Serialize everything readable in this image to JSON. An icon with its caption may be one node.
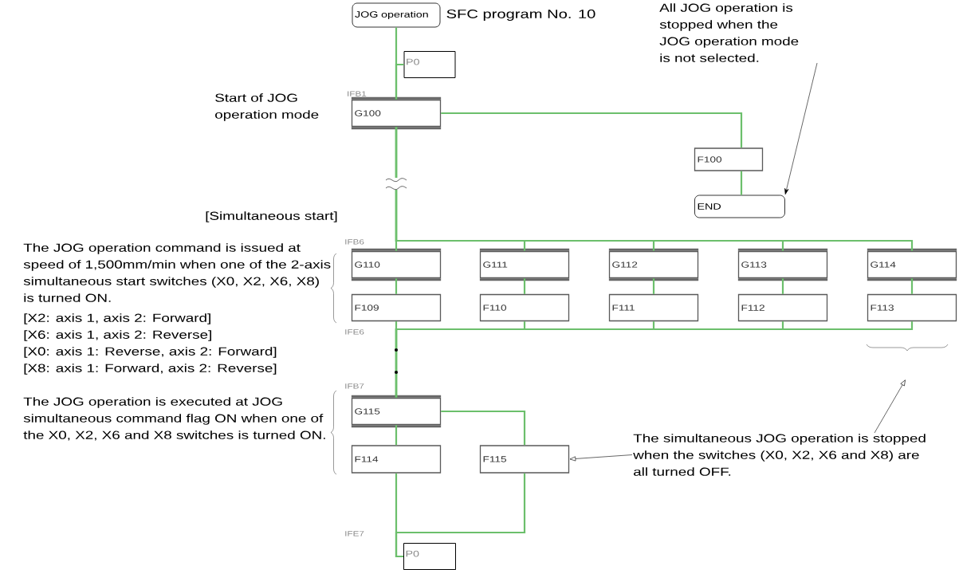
{
  "diagram": {
    "nodes": [
      {
        "text": [
          "JOG operation"
        ],
        "beside": [
          "SFC program No. 10"
        ]
      },
      {
        "text": [
          "P0"
        ]
      },
      {
        "text": [
          "G100"
        ],
        "beside": [
          "IFB1"
        ]
      },
      {
        "text": [
          "F100"
        ]
      },
      {
        "text": [
          "END"
        ]
      },
      {
        "text": [
          "G110"
        ]
      },
      {
        "text": [
          "G111"
        ]
      },
      {
        "text": [
          "G112"
        ]
      },
      {
        "text": [
          "G113"
        ]
      },
      {
        "text": [
          "G114"
        ]
      },
      {
        "text": [
          "F109"
        ]
      },
      {
        "text": [
          "F110"
        ]
      },
      {
        "text": [
          "F111"
        ]
      },
      {
        "text": [
          "F112"
        ]
      },
      {
        "text": [
          "F113"
        ]
      },
      {
        "text": [
          "G115"
        ]
      },
      {
        "text": [
          "F114"
        ]
      },
      {
        "text": [
          "F115"
        ]
      },
      {
        "text": [
          "P0"
        ]
      },
      {
        "text": [
          "All JOG operation is stopped when the JOG operation mode is not selected."
        ]
      },
      {
        "text": [
          "The simultaneous JOG operation is stopped when the switches (X0, X2, X6 and X8) are all turned OFF."
        ]
      }
    ],
    "edges": [
      {
        "from": 0,
        "to": 2,
        "arrow": "none"
      },
      {
        "from": 1,
        "to": 2,
        "arrow": "none"
      },
      {
        "from": 2,
        "to": 3,
        "arrow": "none"
      },
      {
        "from": 3,
        "to": 4,
        "arrow": "none"
      },
      {
        "from": 2,
        "to": 5,
        "arrow": "none"
      },
      {
        "from": 2,
        "to": 6,
        "arrow": "none"
      },
      {
        "from": 2,
        "to": 7,
        "arrow": "none"
      },
      {
        "from": 2,
        "to": 8,
        "arrow": "none"
      },
      {
        "from": 2,
        "to": 9,
        "arrow": "none"
      },
      {
        "from": 5,
        "to": 10,
        "arrow": "none"
      },
      {
        "from": 6,
        "to": 11,
        "arrow": "none"
      },
      {
        "from": 7,
        "to": 12,
        "arrow": "none"
      },
      {
        "from": 8,
        "to": 13,
        "arrow": "none"
      },
      {
        "from": 9,
        "to": 14,
        "arrow": "none"
      },
      {
        "from": 10,
        "to": 15,
        "arrow": "none"
      },
      {
        "from": 11,
        "to": 15,
        "arrow": "none"
      },
      {
        "from": 12,
        "to": 15,
        "arrow": "none"
      },
      {
        "from": 13,
        "to": 15,
        "arrow": "none"
      },
      {
        "from": 14,
        "to": 15,
        "arrow": "none"
      },
      {
        "from": 15,
        "to": 16,
        "arrow": "none"
      },
      {
        "from": 15,
        "to": 17,
        "arrow": "none"
      },
      {
        "from": 16,
        "to": 18,
        "arrow": "none"
      },
      {
        "from": 17,
        "to": 18,
        "arrow": "none"
      },
      {
        "from": 19,
        "to": 4,
        "arrow": "to",
        "color": "#000000"
      },
      {
        "from": 20,
        "to": 17,
        "arrow": "to",
        "color": "#000000"
      },
      {
        "from": 20,
        "to": null,
        "arrow": "to",
        "color": "#000000"
      }
    ],
    "labels": [
      "Start of JOG operation mode",
      "[Simultaneous start]",
      "IFB6",
      "The JOG operation command is issued at speed of 1,500mm/min when one of the 2-axis simultaneous start switches (X0, X2, X6, X8) is turned ON.",
      "[X2: axis 1, axis 2: Forward]",
      "[X6: axis 1, axis 2: Reverse]",
      "[X0: axis 1: Reverse, axis 2: Forward]",
      "[X8: axis 1: Forward, axis 2: Reverse]",
      "IFE6",
      "IFB7",
      "The JOG operation is executed at JOG simultaneous command flag ON when one of the X0, X2, X6 and X8 switches is turned ON.",
      "IFE7"
    ]
  }
}
